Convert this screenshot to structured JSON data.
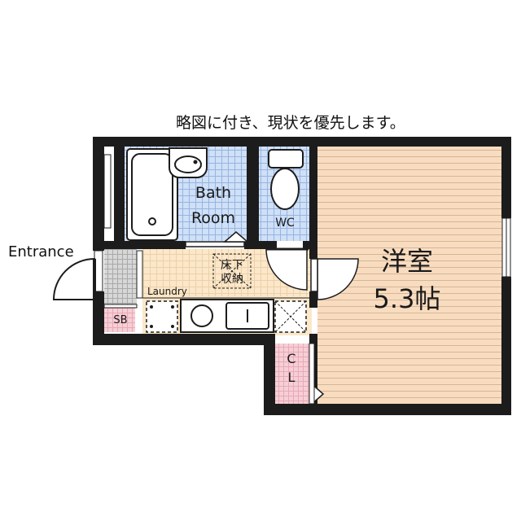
{
  "note": "略図に付き、現状を優先します。",
  "labels": {
    "entrance": "Entrance",
    "bath_line1": "Bath",
    "bath_line2": "Room",
    "wc": "WC",
    "underfloor_line1": "床下",
    "underfloor_line2": "収納",
    "laundry": "Laundry",
    "sb": "SB",
    "cl_line1": "C",
    "cl_line2": "L",
    "room_name": "洋室",
    "room_size": "5.3帖"
  },
  "colors": {
    "wall": "#1c1c1c",
    "wood_floor": "#f8dcc0",
    "wood_line": "#d8b594",
    "tile": "#cfe0f7",
    "tile_line": "#97b4e0",
    "hall_floor": "#fbe7c9",
    "storage_pink": "#f6cfd6",
    "entrance_tile": "#cfcfcf"
  }
}
